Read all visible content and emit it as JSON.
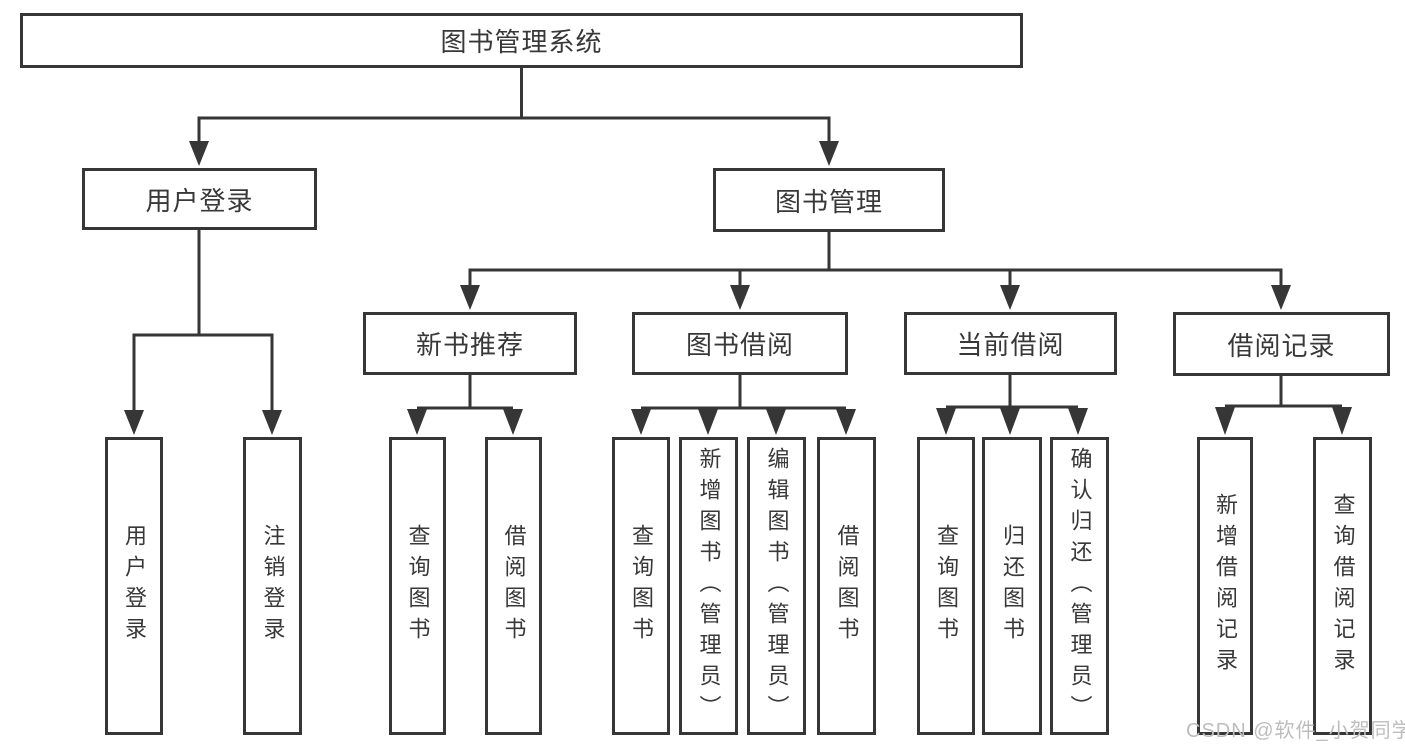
{
  "diagram": {
    "title": "图书管理系统",
    "line_color": "#363636",
    "text_color": "#383838",
    "tree": {
      "label": "图书管理系统",
      "children": [
        {
          "label": "用户登录",
          "children": [
            {
              "label": "用户登录"
            },
            {
              "label": "注销登录"
            }
          ]
        },
        {
          "label": "图书管理",
          "children": [
            {
              "label": "新书推荐",
              "children": [
                {
                  "label": "查询图书"
                },
                {
                  "label": "借阅图书"
                }
              ]
            },
            {
              "label": "图书借阅",
              "children": [
                {
                  "label": "查询图书"
                },
                {
                  "label": "新增图书（管理员）"
                },
                {
                  "label": "编辑图书（管理员）"
                },
                {
                  "label": "借阅图书"
                }
              ]
            },
            {
              "label": "当前借阅",
              "children": [
                {
                  "label": "查询图书"
                },
                {
                  "label": "归还图书"
                },
                {
                  "label": "确认归还（管理员）"
                }
              ]
            },
            {
              "label": "借阅记录",
              "children": [
                {
                  "label": "新增借阅记录"
                },
                {
                  "label": "查询借阅记录"
                }
              ]
            }
          ]
        }
      ]
    }
  },
  "watermark": {
    "text": "CSDN @软件_小贺同学",
    "color": "#bdbdbd"
  }
}
